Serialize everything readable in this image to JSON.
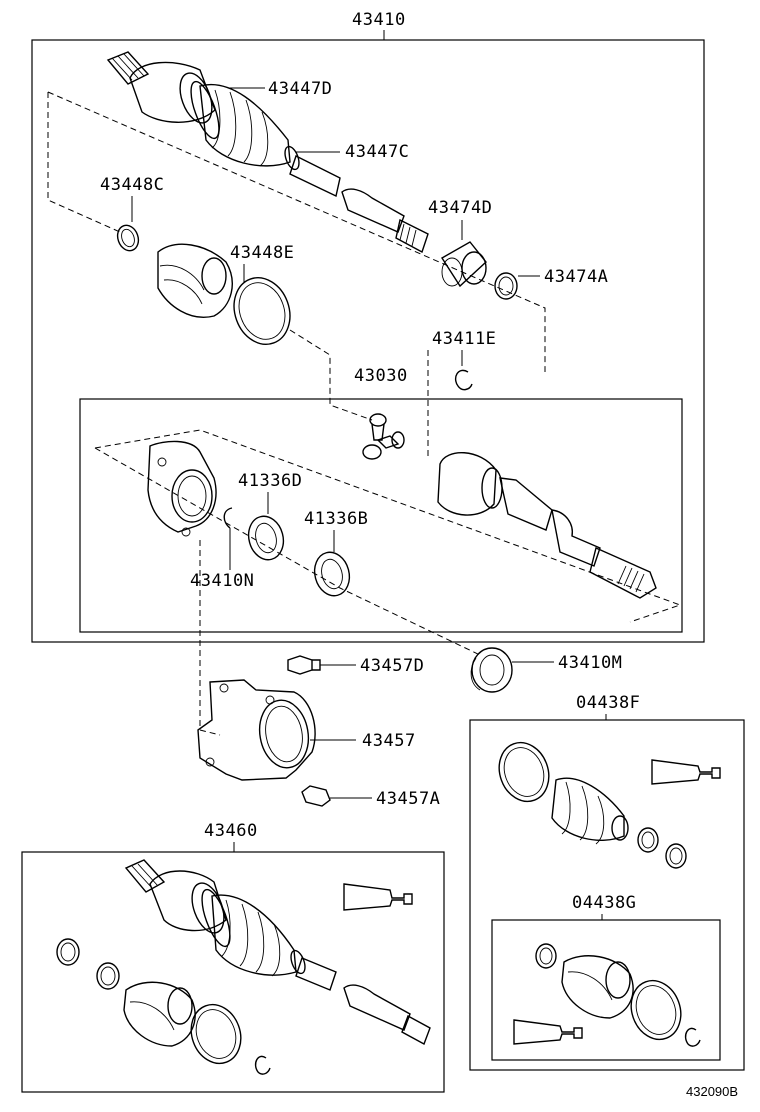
{
  "labels": {
    "main_assembly": "43410",
    "boot_clamp_outer_d": "43447D",
    "boot_clamp_outer_c": "43447C",
    "clamp_48c": "43448C",
    "boot_48e": "43448E",
    "ring_74d": "43474D",
    "clamp_74a": "43474A",
    "snap_ring_11e": "43411E",
    "inner_joint": "43030",
    "seal_d": "41336D",
    "seal_b": "41336B",
    "snap_10n": "43410N",
    "bolt_57d": "43457D",
    "bearing_10m": "43410M",
    "bracket_57": "43457",
    "bolt_57a": "43457A",
    "shaft_assy_60": "43460",
    "boot_kit_f": "04438F",
    "boot_kit_g": "04438G"
  },
  "drawing_code": "432090B"
}
